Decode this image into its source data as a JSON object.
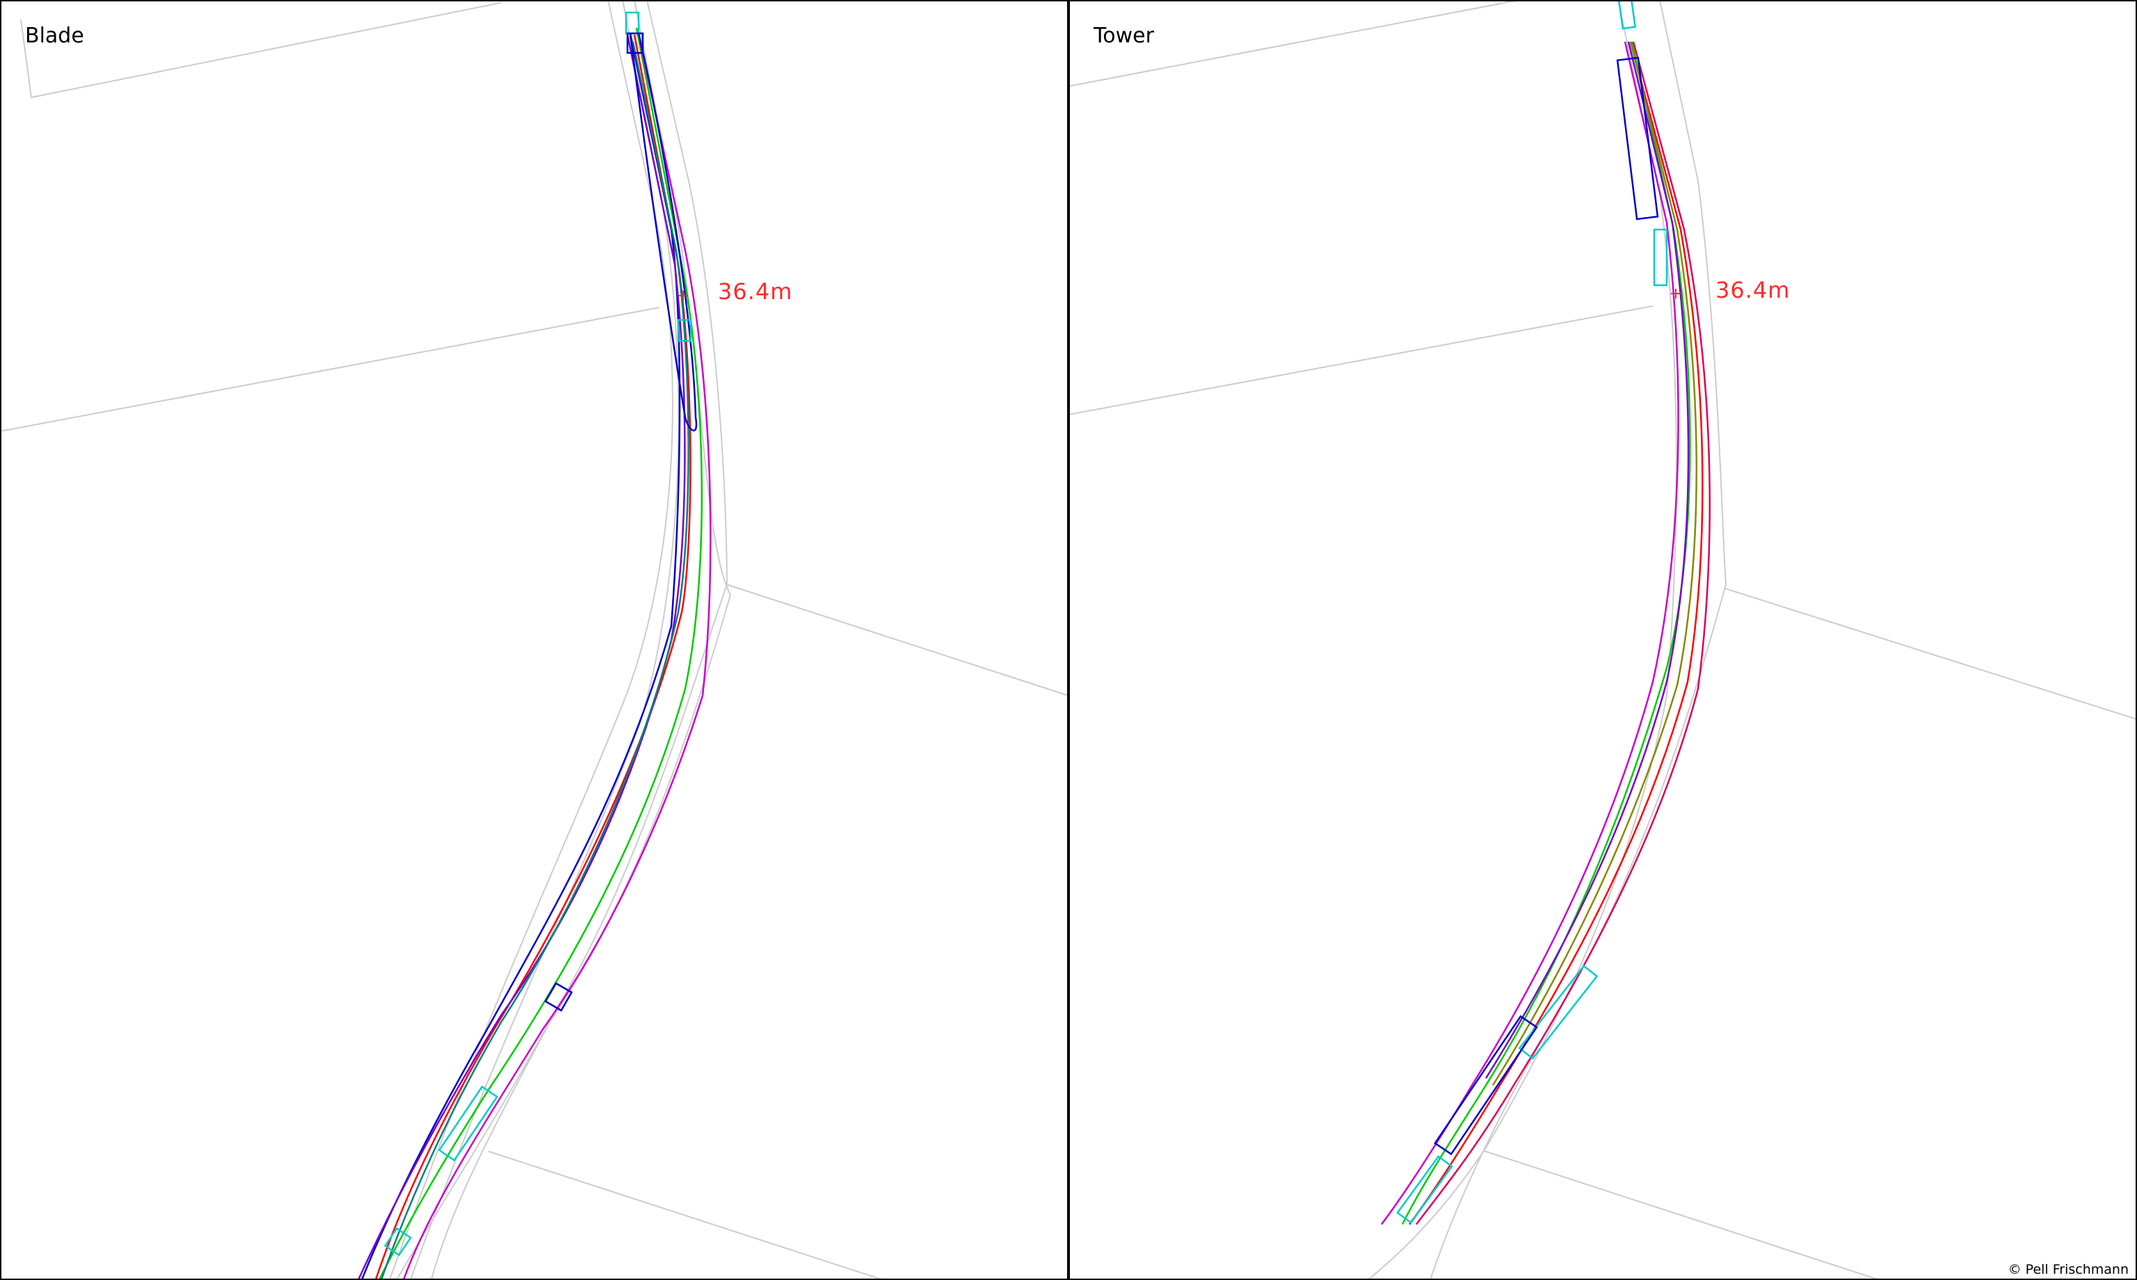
{
  "panels": {
    "left": {
      "title": "Blade",
      "measurement": "36.4m"
    },
    "right": {
      "title": "Tower",
      "measurement": "36.4m"
    }
  },
  "copyright": "© Pell Frischmann",
  "colors": {
    "boundary": "#cccccc",
    "frame": "#000000",
    "annotation": "#ff2a2a",
    "tracks": [
      "#ff0000",
      "#00cc00",
      "#0000cc",
      "#cc00cc",
      "#7700cc",
      "#00dddd"
    ]
  }
}
